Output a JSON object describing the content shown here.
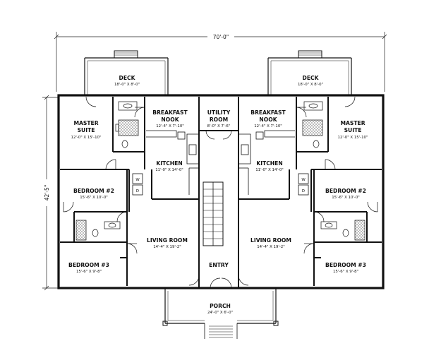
{
  "plan": {
    "overall_width": "70'-0\"",
    "overall_depth": "42'-5\""
  },
  "rooms": {
    "deck_left": {
      "name": "DECK",
      "dims": "18'-0\" X 8'-0\""
    },
    "deck_right": {
      "name": "DECK",
      "dims": "18'-0\" X 8'-0\""
    },
    "master_left": {
      "name1": "MASTER",
      "name2": "SUITE",
      "dims": "12'-0\" X 15'-10\""
    },
    "master_right": {
      "name1": "MASTER",
      "name2": "SUITE",
      "dims": "12'-0\" X 15'-10\""
    },
    "breakfast_left": {
      "name1": "BREAKFAST",
      "name2": "NOOK",
      "dims": "12'-4\" X 7'-10\""
    },
    "breakfast_right": {
      "name1": "BREAKFAST",
      "name2": "NOOK",
      "dims": "12'-4\" X 7'-10\""
    },
    "utility": {
      "name1": "UTILITY",
      "name2": "ROOM",
      "dims": "8'-0\" X 7'-6\""
    },
    "kitchen_left": {
      "name": "KITCHEN",
      "dims": "11'-0\" X 14'-0\""
    },
    "kitchen_right": {
      "name": "KITCHEN",
      "dims": "11'-0\" X 14'-0\""
    },
    "bedroom2_left": {
      "name": "BEDROOM #2",
      "dims": "15'-6\" X 10'-0\""
    },
    "bedroom2_right": {
      "name": "BEDROOM #2",
      "dims": "15'-6\" X 10'-0\""
    },
    "living_left": {
      "name": "LIVING ROOM",
      "dims": "14'-4\" X 19'-2\""
    },
    "living_right": {
      "name": "LIVING ROOM",
      "dims": "14'-4\" X 19'-2\""
    },
    "bedroom3_left": {
      "name": "BEDROOM #3",
      "dims": "15'-6\" X 9'-8\""
    },
    "bedroom3_right": {
      "name": "BEDROOM #3",
      "dims": "15'-6\" X 9'-8\""
    },
    "entry": {
      "name": "ENTRY"
    },
    "porch": {
      "name": "PORCH",
      "dims": "24'-0\" X 6'-0\""
    }
  },
  "appliance_labels": {
    "washer": "W",
    "dryer": "D"
  },
  "colors": {
    "wall": "#111111",
    "background": "#ffffff"
  }
}
